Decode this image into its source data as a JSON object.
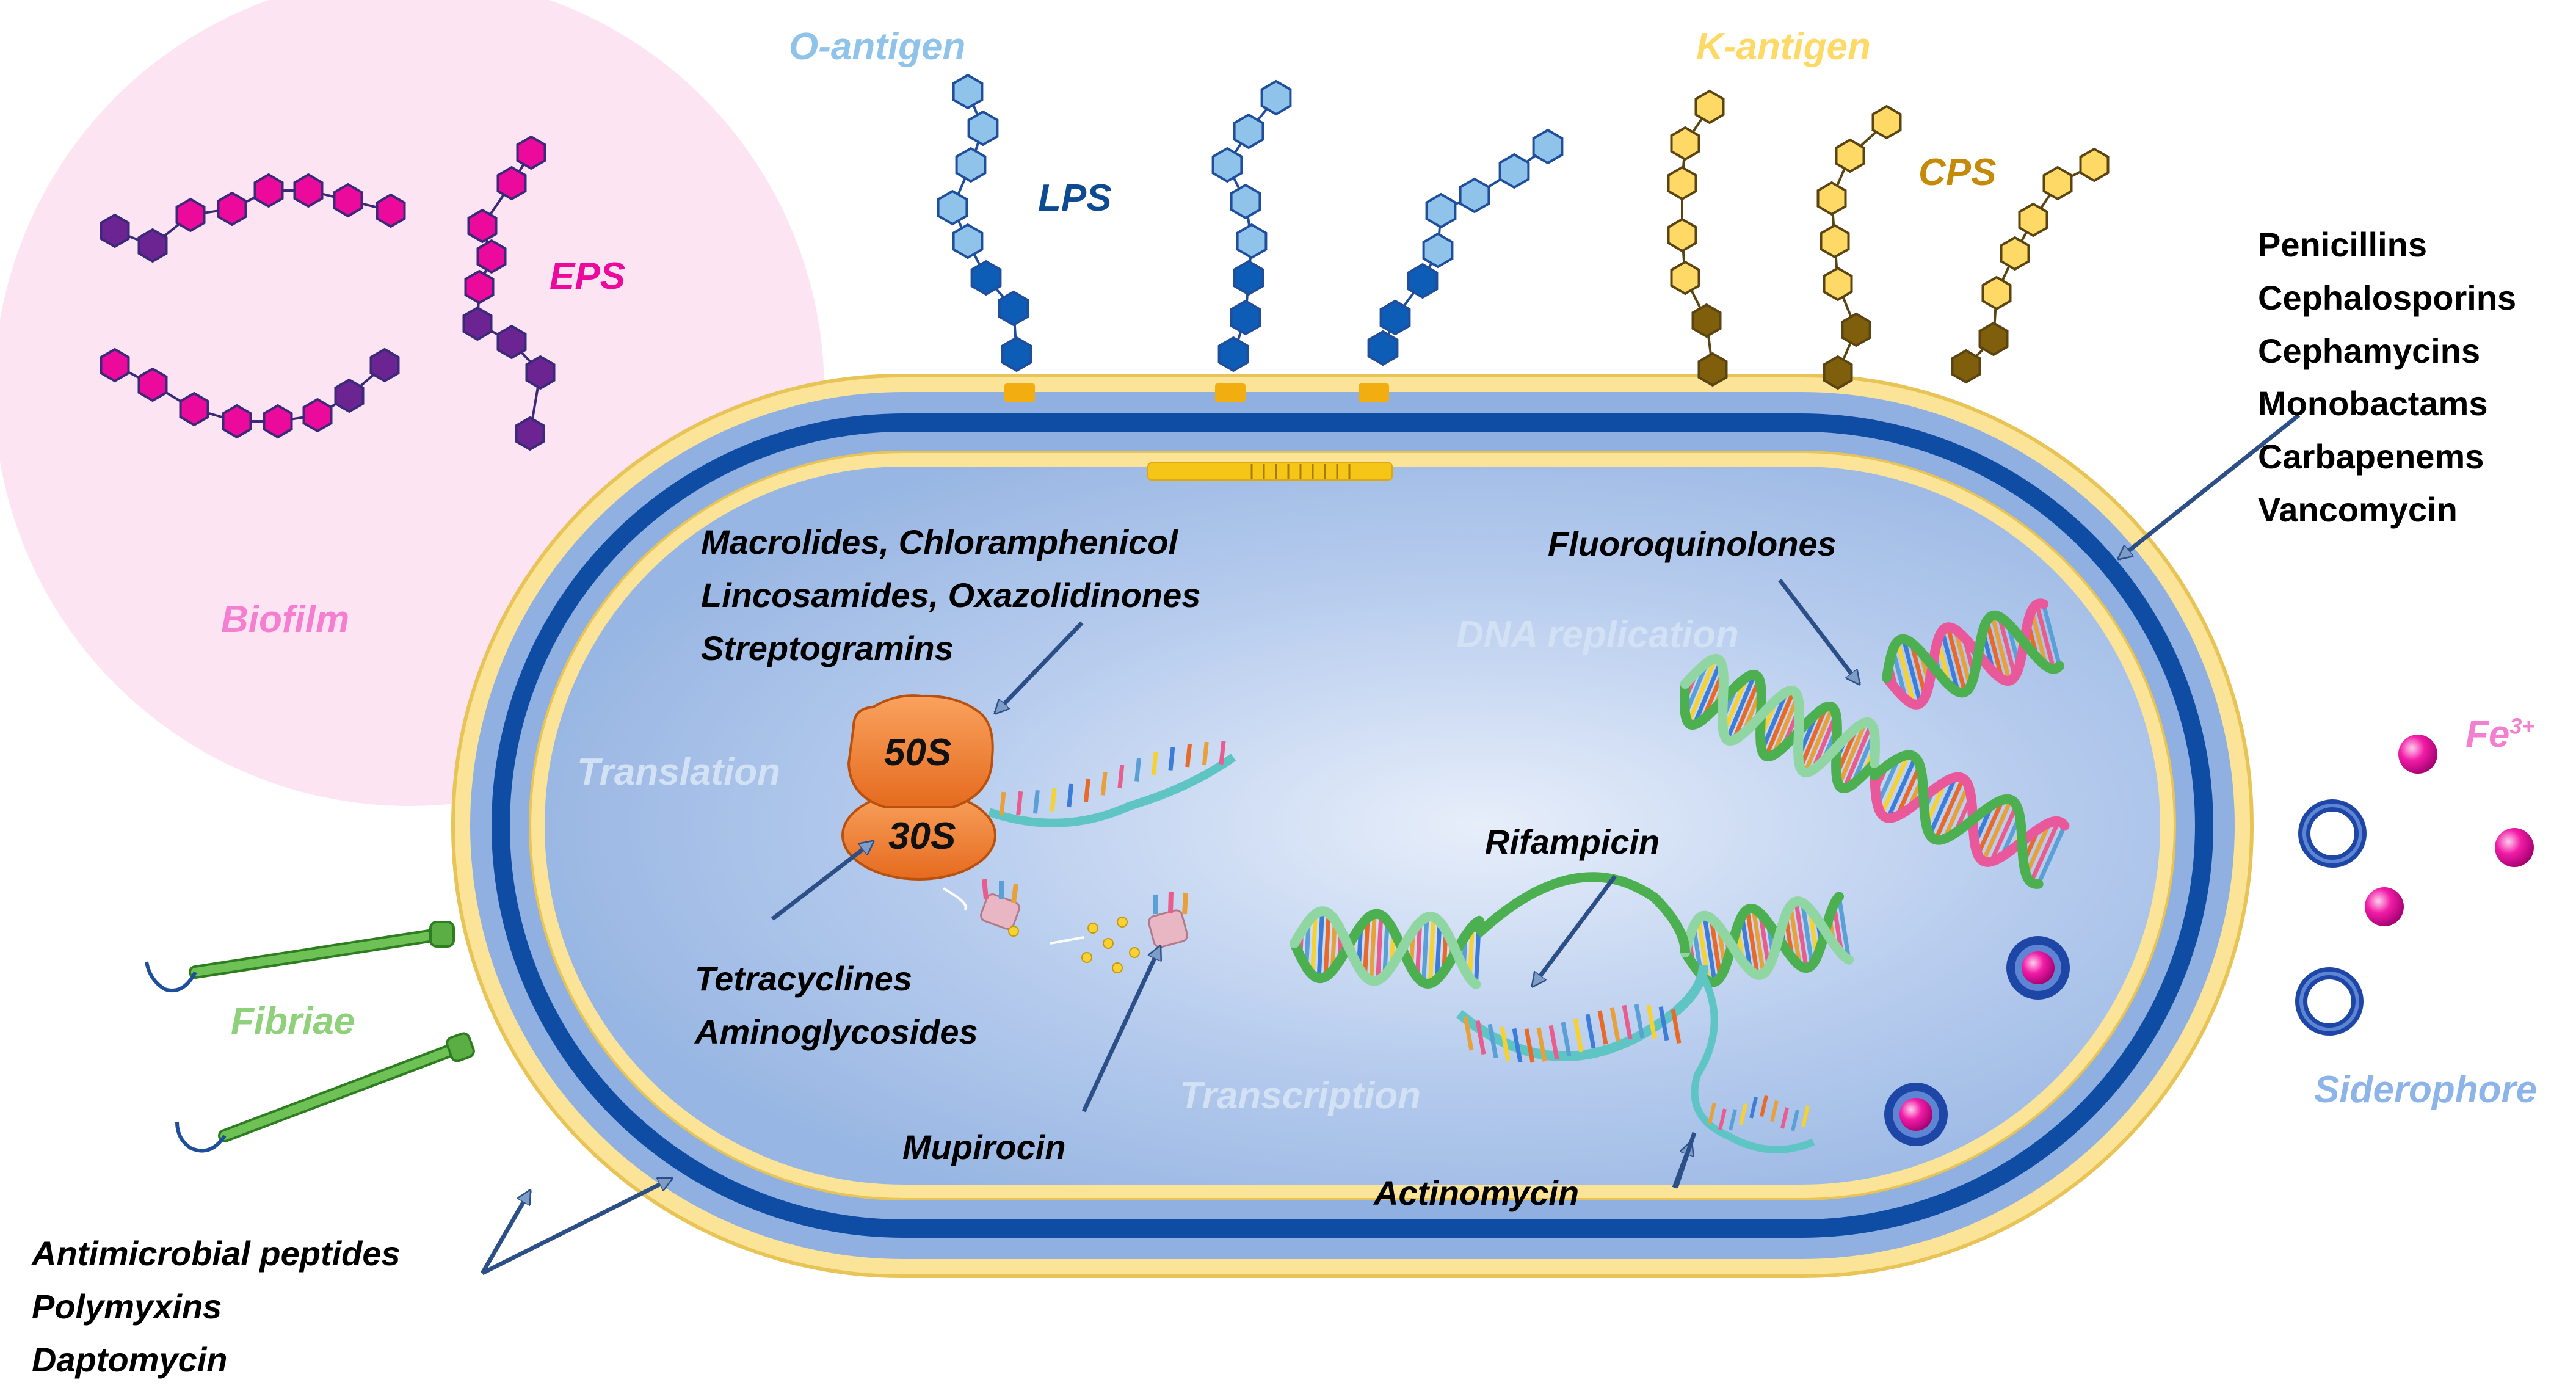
{
  "labels": {
    "o_antigen": "O-antigen",
    "lps": "LPS",
    "k_antigen": "K-antigen",
    "cps": "CPS",
    "eps": "EPS",
    "biofilm": "Biofilm",
    "fibriae": "Fibriae",
    "translation": "Translation",
    "dna_replication": "DNA replication",
    "transcription": "Transcription",
    "siderophore": "Siderophore",
    "fe_base": "Fe",
    "fe_charge": "3+",
    "ribosome_50s": "50S",
    "ribosome_30s": "30S"
  },
  "drug_groups": {
    "cell_wall": [
      "Penicillins",
      "Cephalosporins",
      "Cephamycins",
      "Monobactams",
      "Carbapenems",
      "Vancomycin"
    ],
    "ribosome_50s": [
      "Macrolides,  Chloramphenicol",
      "Lincosamides,  Oxazolidinones",
      "Streptogramins"
    ],
    "ribosome_30s": [
      "Tetracyclines",
      "Aminoglycosides"
    ],
    "trna": [
      "Mupirocin"
    ],
    "dna": [
      "Fluoroquinolones"
    ],
    "rna_polymerase": [
      "Rifampicin"
    ],
    "transcription": [
      "Actinomycin"
    ],
    "membrane": [
      "Antimicrobial peptides",
      "Polymyxins",
      "Daptomycin"
    ]
  },
  "colors": {
    "biofilm_bg": "#fde4f3",
    "eps_magenta": "#ec0a9c",
    "eps_purple": "#6d2493",
    "o_antigen_light": "#8fc3ea",
    "lps_dark": "#0d5db6",
    "k_antigen_yellow": "#ffd966",
    "k_antigen_brown": "#7f5f0c",
    "outer_yellow": "#fbe397",
    "membrane_light": "#8fb0e0",
    "membrane_dark": "#0f4ca3",
    "cytoplasm": "#aec6ea",
    "ribosome": "#f07d33",
    "fibriae": "#4ea93a",
    "iron": "#e60f9b",
    "siderophore_ring": "#1d46a6",
    "text_dark": "#000000",
    "label_ghost": "#d6e3f5"
  }
}
